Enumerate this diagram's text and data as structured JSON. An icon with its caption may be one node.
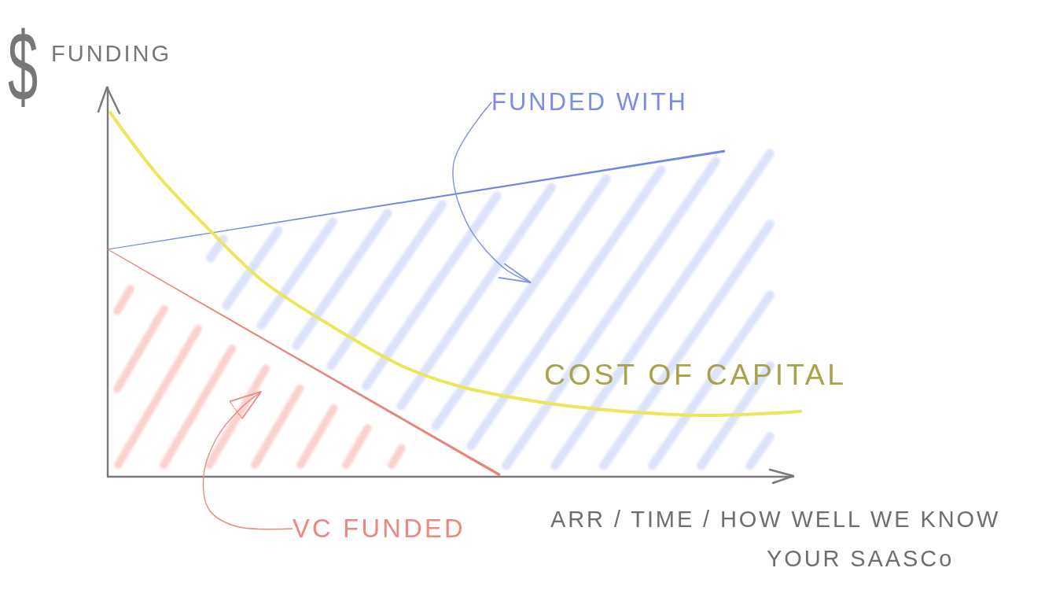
{
  "diagram": {
    "nodes": [
      {
        "text": [
          "FUNDED WITH"
        ]
      },
      {
        "text": [],
        "shape": "hatching"
      },
      {
        "text": [
          "VC FUNDED"
        ]
      },
      {
        "text": [],
        "shape": "hatching"
      }
    ],
    "edges": [
      {
        "from": 0,
        "to": 1,
        "arrow": "to",
        "color": "#7d8fe8"
      },
      {
        "from": 2,
        "to": 3,
        "arrow": "to",
        "color": "#ec8a82"
      }
    ],
    "labels": [
      "$",
      "FUNDING",
      "COST OF CAPITAL",
      "ARR / TIME / HOW WELL WE KNOW YOUR SAASCo"
    ]
  }
}
